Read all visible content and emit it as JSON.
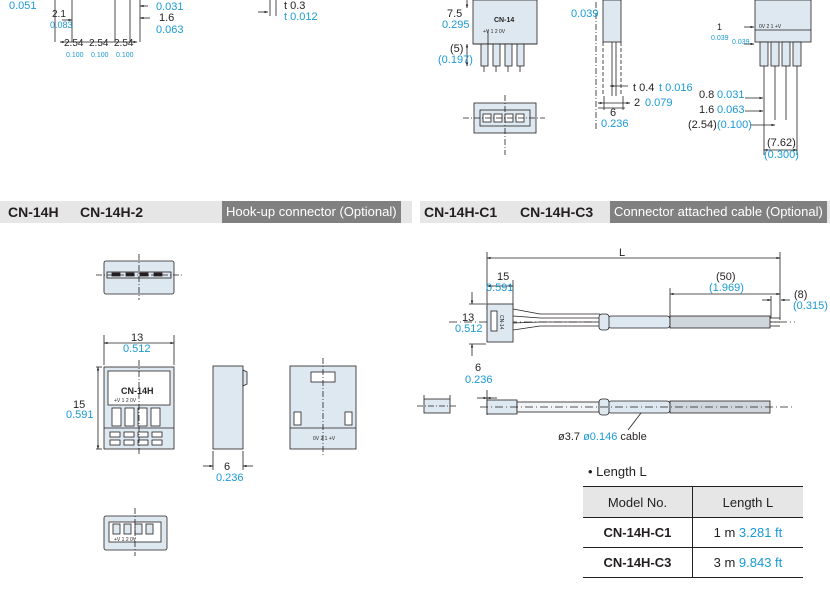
{
  "sections": {
    "left": {
      "part1": "CN-14H",
      "part2": "CN-14H-2",
      "tag": "Hook-up connector (Optional)"
    },
    "right": {
      "part1": "CN-14H-C1",
      "part2": "CN-14H-C3",
      "tag": "Connector attached cable (Optional)"
    }
  },
  "top_drawings": {
    "a": {
      "d1_in": "0.051",
      "d2_mm": "2.1",
      "d2_in": "0.083",
      "d3_in": "0.031",
      "d4_mm": "1.6",
      "d4_in": "0.063",
      "pitch_mm": "2.54",
      "pitch_in": "0.100"
    },
    "b": {
      "t_mm": "t 0.3",
      "t_in": "t 0.012"
    },
    "c": {
      "d1_mm": "7.5",
      "d1_in": "0.295",
      "label": "CN-14",
      "pins": "+V 1 2 0V",
      "d2_mm": "(5)",
      "d2_in": "(0.197)"
    },
    "d": {
      "d1_in": "0.039",
      "t_mm": "t 0.4",
      "t_in": "t 0.016",
      "d2_mm": "2",
      "d2_in": "0.079",
      "d3_mm": "6",
      "d3_in": "0.236"
    },
    "e": {
      "d1_mm": "1",
      "d1_in": "0.039",
      "d1b_in": "0.039",
      "pins": "0V 2 1 +V",
      "d2_mm": "0.8",
      "d2_in": "0.031",
      "d3_mm": "1.6",
      "d3_in": "0.063",
      "d4_mm": "(2.54)",
      "d4_in": "(0.100)",
      "d5_mm": "(7.62)",
      "d5_in": "(0.300)"
    }
  },
  "connector": {
    "width_mm": "13",
    "width_in": "0.512",
    "height_mm": "15",
    "height_in": "0.591",
    "depth_mm": "6",
    "depth_in": "0.236",
    "label": "CN-14H",
    "pins_front": "+V 1 2 0V",
    "pins_back": "0V 2 1 +V"
  },
  "cable": {
    "L": "L",
    "d15_mm": "15",
    "d15_in": "0.591",
    "d50_mm": "(50)",
    "d50_in": "(1.969)",
    "d8_mm": "(8)",
    "d8_in": "(0.315)",
    "d13_mm": "13",
    "d13_in": "0.512",
    "d6_mm": "6",
    "d6_in": "0.236",
    "dia_mm": "ø3.7",
    "dia_in": "ø0.146",
    "dia_word": "cable",
    "conn_label": "CN-14"
  },
  "length_table": {
    "heading": "• Length L",
    "col_model": "Model No.",
    "col_length": "Length L",
    "rows": [
      {
        "model": "CN-14H-C1",
        "len_m": "1 m",
        "len_ft": "3.281 ft"
      },
      {
        "model": "CN-14H-C3",
        "len_m": "3 m",
        "len_ft": "9.843 ft"
      }
    ]
  }
}
